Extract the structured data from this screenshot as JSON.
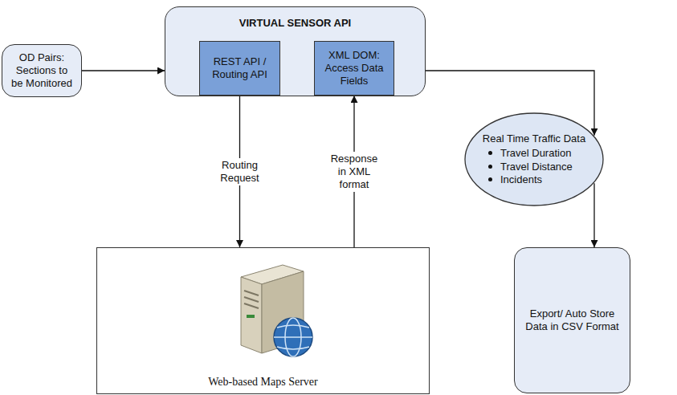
{
  "diagram": {
    "nodes": [
      {
        "text": [
          "OD Pairs: Sections to be Monitored"
        ]
      },
      {
        "text": [
          "VIRTUAL SENSOR API"
        ]
      },
      {
        "text": [
          "REST API / Routing API"
        ],
        "in": 1
      },
      {
        "text": [
          "XML DOM: Access Data Fields"
        ],
        "in": 1
      },
      {
        "text": [
          "Web-based Maps Server"
        ]
      },
      {
        "text": [
          "Real Time Traffic Data",
          "Travel Duration",
          "Travel Distance",
          "Incidents"
        ]
      },
      {
        "text": [
          "Export/ Auto Store Data in CSV Format"
        ]
      }
    ],
    "edges": [
      {
        "from": 0,
        "to": 1,
        "arrow": "to"
      },
      {
        "from": 2,
        "to": 4,
        "label": "Routing Request",
        "arrow": "to"
      },
      {
        "from": 4,
        "to": 3,
        "label": "Response in XML format",
        "arrow": "to"
      },
      {
        "from": 1,
        "to": 5,
        "arrow": "to"
      },
      {
        "from": 5,
        "to": 6,
        "arrow": "to"
      }
    ]
  }
}
